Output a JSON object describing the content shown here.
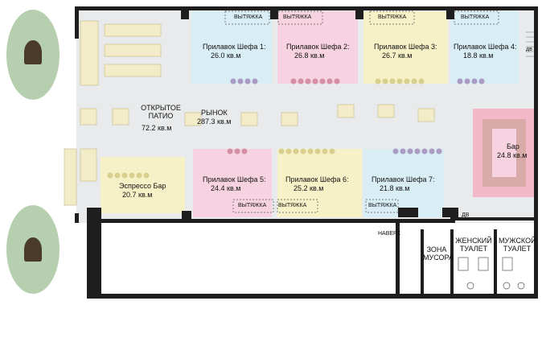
{
  "colors": {
    "counter1": "#d9edf5",
    "counter2": "#f7d3e1",
    "counter3": "#f7f1c7",
    "counter4": "#d9edf5",
    "counter5": "#f7d3e1",
    "counter6": "#f7f1c7",
    "counter7": "#d9edf5",
    "espresso": "#f7f1c7",
    "bar": "#f4b9c8",
    "bar_inner": "#d9aba8",
    "floor": "#e8eaec",
    "wall": "#1e1e1e",
    "tree": "#a9c7a0"
  },
  "zones": {
    "patio": {
      "name": "ОТКРЫТОЕ ПАТИО",
      "area": "72.2 кв.м"
    },
    "market": {
      "name": "РЫНОК",
      "area": "287.3 кв.м"
    },
    "chef1": {
      "name": "Прилавок Шефа 1:",
      "area": "26.0 кв.м"
    },
    "chef2": {
      "name": "Прилавок Шефа 2:",
      "area": "26.8 кв.м"
    },
    "chef3": {
      "name": "Прилавок Шефа 3:",
      "area": "26.7 кв.м"
    },
    "chef4": {
      "name": "Прилавок Шефа 4:",
      "area": "18.8 кв.м"
    },
    "chef5": {
      "name": "Прилавок Шефа 5:",
      "area": "24.4 кв.м"
    },
    "chef6": {
      "name": "Прилавок Шефа 6:",
      "area": "25.2 кв.м"
    },
    "chef7": {
      "name": "Прилавок Шефа 7:",
      "area": "21.8 кв.м"
    },
    "espresso": {
      "name": "Эспрессо Бар",
      "area": "20.7 кв.м"
    },
    "bar": {
      "name": "Бар",
      "area": "24.8 кв.м"
    }
  },
  "labels": {
    "exhaust": "ВЫТЯЖКА",
    "up": "НАВЕРХ",
    "garbage": "ЗОНА МУСОРА",
    "womens": "ЖЕНСКИЙ ТУАЛЕТ",
    "mens": "МУЖСКОЙ ТУАЛЕТ",
    "dv_top": "дв",
    "dv_bottom": "ДВ"
  }
}
